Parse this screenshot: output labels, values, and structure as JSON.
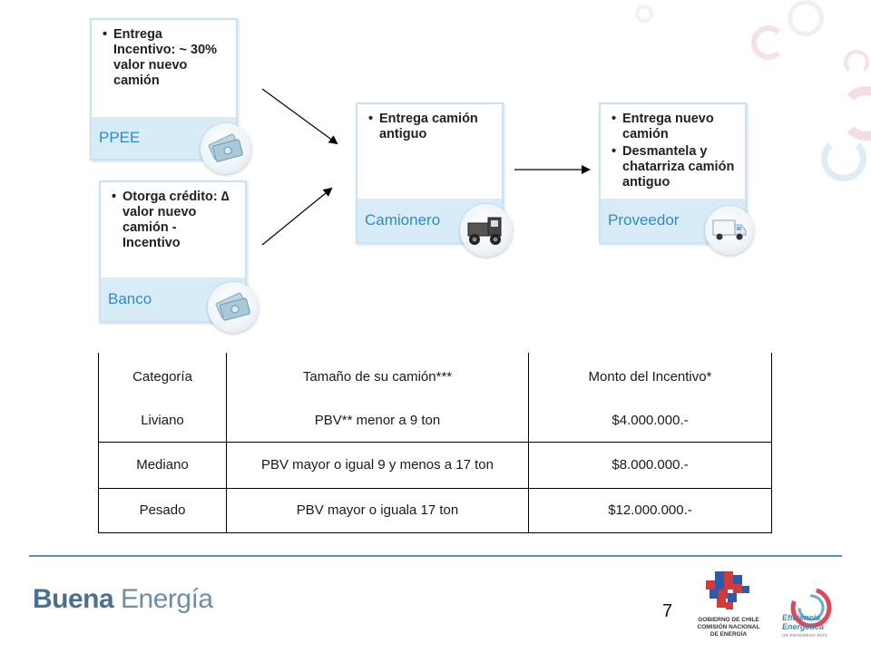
{
  "flow": {
    "ppee": {
      "bullets": [
        "Entrega Incentivo: ~ 30% valor nuevo camión"
      ],
      "label": "PPEE",
      "icon": "money-icon"
    },
    "banco": {
      "bullets": [
        "Otorga crédito: ∆ valor nuevo camión - Incentivo"
      ],
      "label": "Banco",
      "icon": "money-icon"
    },
    "camionero": {
      "bullets": [
        "Entrega camión antiguo"
      ],
      "label": "Camionero",
      "icon": "old-truck-icon"
    },
    "proveedor": {
      "bullets": [
        "Entrega nuevo camión",
        "Desmantela y chatarriza camión antiguo"
      ],
      "label": "Proveedor",
      "icon": "new-truck-icon"
    }
  },
  "table": {
    "headers": [
      "Categoría",
      "Tamaño de su camión***",
      "Monto del Incentivo*"
    ],
    "rows": [
      [
        "Liviano",
        "PBV** menor a 9 ton",
        "$4.000.000.-"
      ],
      [
        "Mediano",
        "PBV mayor o igual 9 y menos a 17 ton",
        "$8.000.000.-"
      ],
      [
        "Pesado",
        "PBV mayor o iguala 17 ton",
        "$12.000.000.-"
      ]
    ]
  },
  "footer": {
    "brand_bold": "Buena",
    "brand_light": "Energía",
    "page_number": "7",
    "gob_lines": [
      "GOBIERNO DE CHILE",
      "COMISIÓN NACIONAL",
      "DE ENERGÍA"
    ],
    "ee_lines": [
      "Eficiencia",
      "Energética"
    ],
    "ee_tagline": "UN PROGRESO PAÍS"
  },
  "colors": {
    "accent": "#2c8ec2",
    "band": "#d8ecf7",
    "card_border": "#c9e3f3",
    "rule": "#5e8fb8"
  }
}
